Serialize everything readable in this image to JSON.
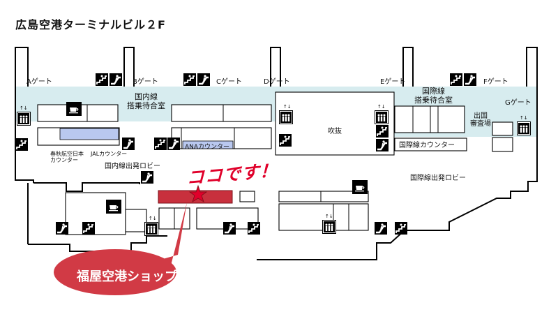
{
  "map": {
    "title": "広島空港ターミナルビル２F",
    "gates": {
      "a": "Aゲート",
      "b": "Bゲート",
      "c": "Cゲート",
      "d": "Dゲート",
      "e": "Eゲート",
      "f": "Fゲート",
      "g": "Gゲート"
    },
    "areas": {
      "domestic_waiting": [
        "国内線",
        "搭乗待合室"
      ],
      "international_waiting": [
        "国際線",
        "搭乗待合室"
      ],
      "immigration": [
        "出国",
        "審査場"
      ],
      "atrium": "吹抜",
      "domestic_lobby": "国内線出発ロビー",
      "international_lobby": "国際線出発ロビー"
    },
    "counters": {
      "shunju_nihon": [
        "春秋航空日本",
        "カウンター"
      ],
      "jal": "JALカウンター",
      "ana": "ANAカウンター",
      "international": "国際線カウンター"
    },
    "callout": {
      "here": "ココです！",
      "shop_name": "福屋空港ショップ"
    },
    "colors": {
      "highlight_shop": "#c8303d",
      "callout_bubble": "#d13a45",
      "airside": "#d7ecef",
      "counter_blue": "#b9c8ef",
      "icon_black": "#000000"
    }
  }
}
